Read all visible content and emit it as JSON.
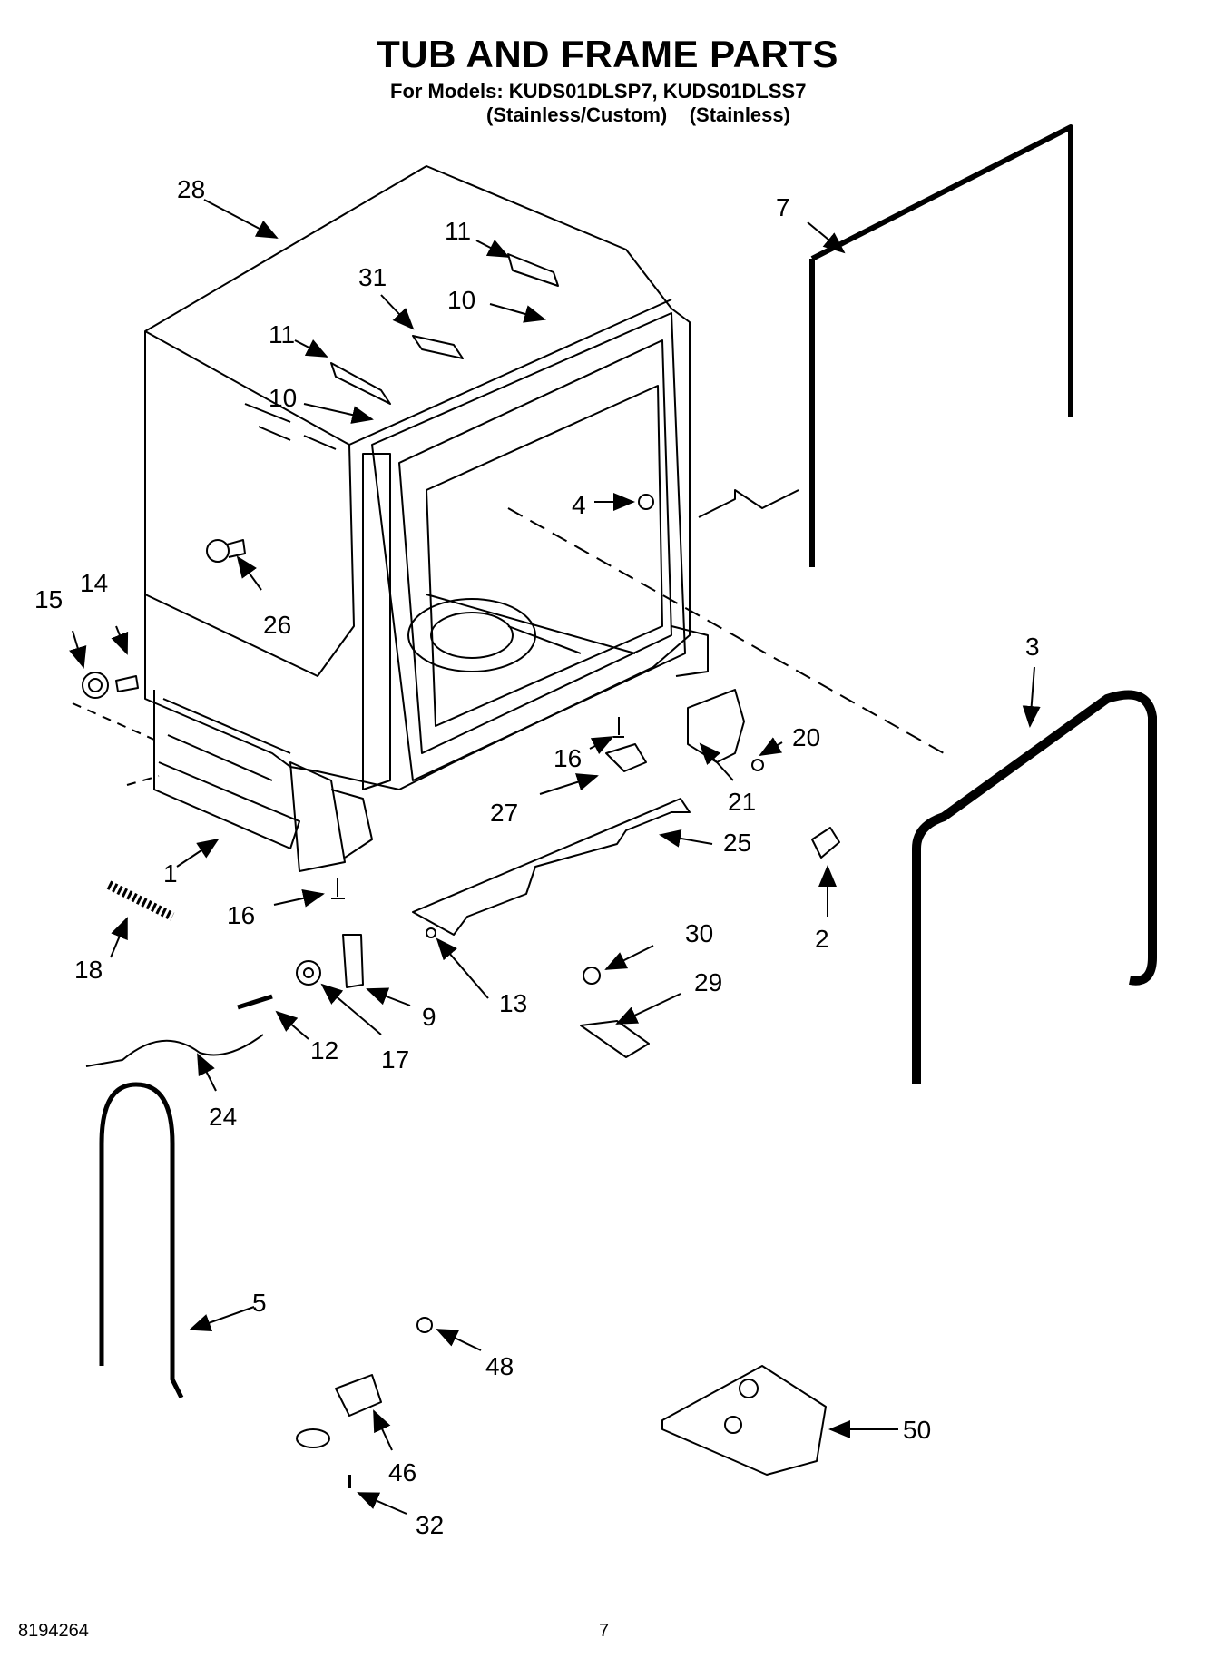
{
  "header": {
    "title": "TUB AND FRAME PARTS",
    "models": "For Models: KUDS01DLSP7, KUDS01DLSS7",
    "variants": "(Stainless/Custom)    (Stainless)"
  },
  "footer": {
    "doc_number": "8194264",
    "page_number": "7"
  },
  "callouts": [
    "28",
    "11",
    "31",
    "10",
    "11",
    "10",
    "7",
    "4",
    "26",
    "15",
    "14",
    "3",
    "16",
    "20",
    "21",
    "27",
    "25",
    "2",
    "1",
    "16",
    "18",
    "30",
    "13",
    "9",
    "17",
    "29",
    "12",
    "24",
    "5",
    "48",
    "46",
    "50",
    "32"
  ]
}
